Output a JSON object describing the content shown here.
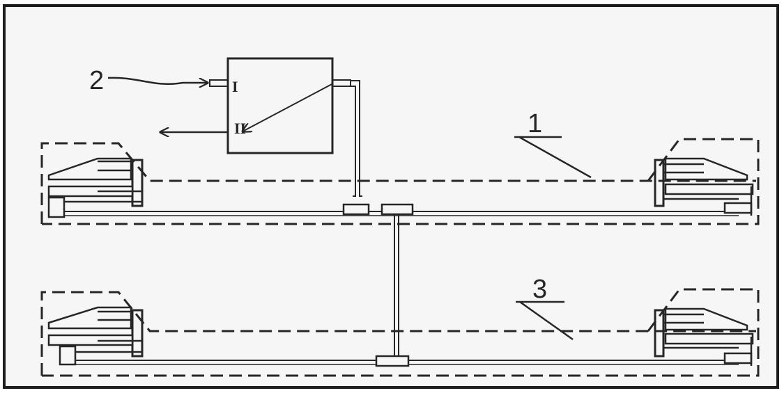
{
  "diagram": {
    "callout_1": "1",
    "callout_2": "2",
    "callout_3": "3",
    "port_in": "I",
    "port_out": "II"
  },
  "colors": {
    "paper": "#f6f6f6",
    "ink": "#262626",
    "frame": "#1c1c1c"
  }
}
